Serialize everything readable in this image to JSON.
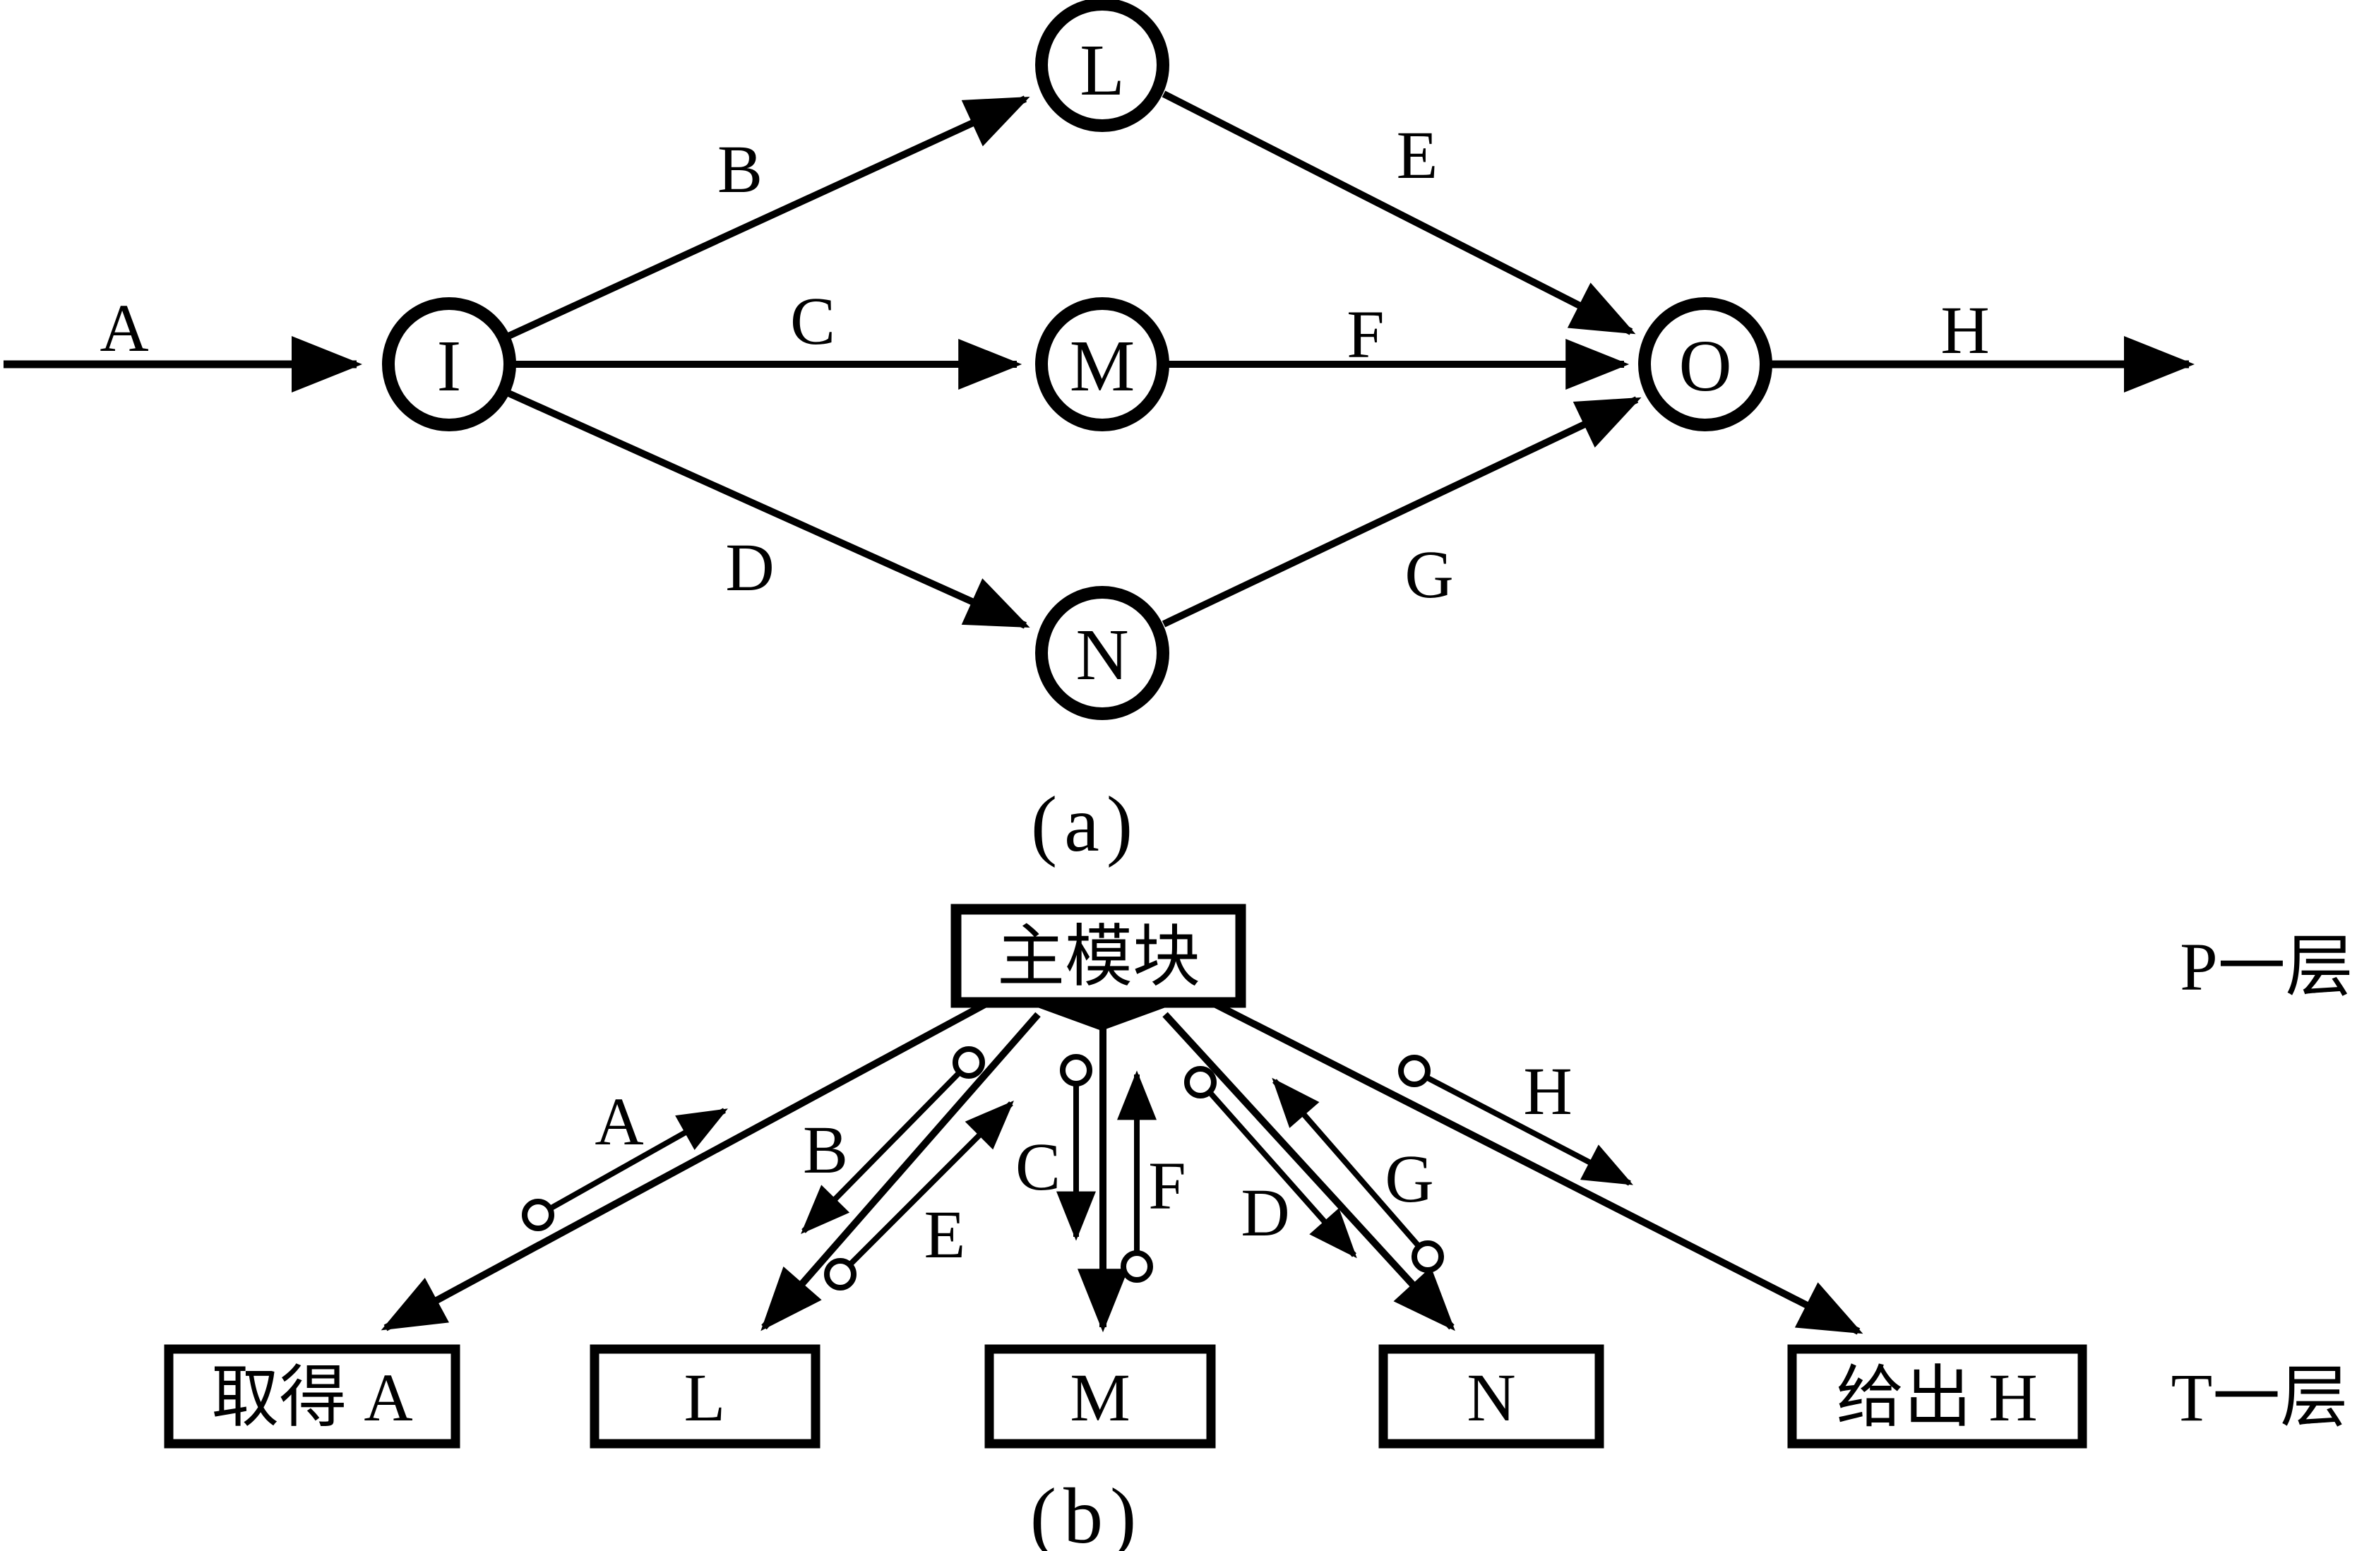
{
  "colors": {
    "ink": "#000000",
    "background": "#ffffff"
  },
  "captions": {
    "a": "(a)",
    "b": "(b)"
  },
  "dfd": {
    "nodes": [
      {
        "id": "I",
        "label": "I"
      },
      {
        "id": "L",
        "label": "L"
      },
      {
        "id": "M",
        "label": "M"
      },
      {
        "id": "N",
        "label": "N"
      },
      {
        "id": "O",
        "label": "O"
      }
    ],
    "flows": [
      {
        "label": "A",
        "from": "external-input",
        "to": "I"
      },
      {
        "label": "B",
        "from": "I",
        "to": "L"
      },
      {
        "label": "C",
        "from": "I",
        "to": "M"
      },
      {
        "label": "D",
        "from": "I",
        "to": "N"
      },
      {
        "label": "E",
        "from": "L",
        "to": "O"
      },
      {
        "label": "F",
        "from": "M",
        "to": "O"
      },
      {
        "label": "G",
        "from": "N",
        "to": "O"
      },
      {
        "label": "H",
        "from": "O",
        "to": "external-output"
      }
    ]
  },
  "sc": {
    "main_module": {
      "label": "主模块"
    },
    "modules": [
      {
        "label": "取得 A"
      },
      {
        "label": "L"
      },
      {
        "label": "M"
      },
      {
        "label": "N"
      },
      {
        "label": "给出 H"
      }
    ],
    "couples": [
      {
        "label": "A",
        "from": "取得 A",
        "to": "主模块",
        "direction": "up"
      },
      {
        "label": "B",
        "from": "主模块",
        "to": "L",
        "direction": "down"
      },
      {
        "label": "E",
        "from": "L",
        "to": "主模块",
        "direction": "up"
      },
      {
        "label": "C",
        "from": "主模块",
        "to": "M",
        "direction": "down"
      },
      {
        "label": "F",
        "from": "M",
        "to": "主模块",
        "direction": "up"
      },
      {
        "label": "D",
        "from": "主模块",
        "to": "N",
        "direction": "down"
      },
      {
        "label": "G",
        "from": "N",
        "to": "主模块",
        "direction": "up"
      },
      {
        "label": "H",
        "from": "主模块",
        "to": "给出 H",
        "direction": "down"
      }
    ],
    "layers": {
      "p": "P一层",
      "t": "T一层"
    }
  }
}
